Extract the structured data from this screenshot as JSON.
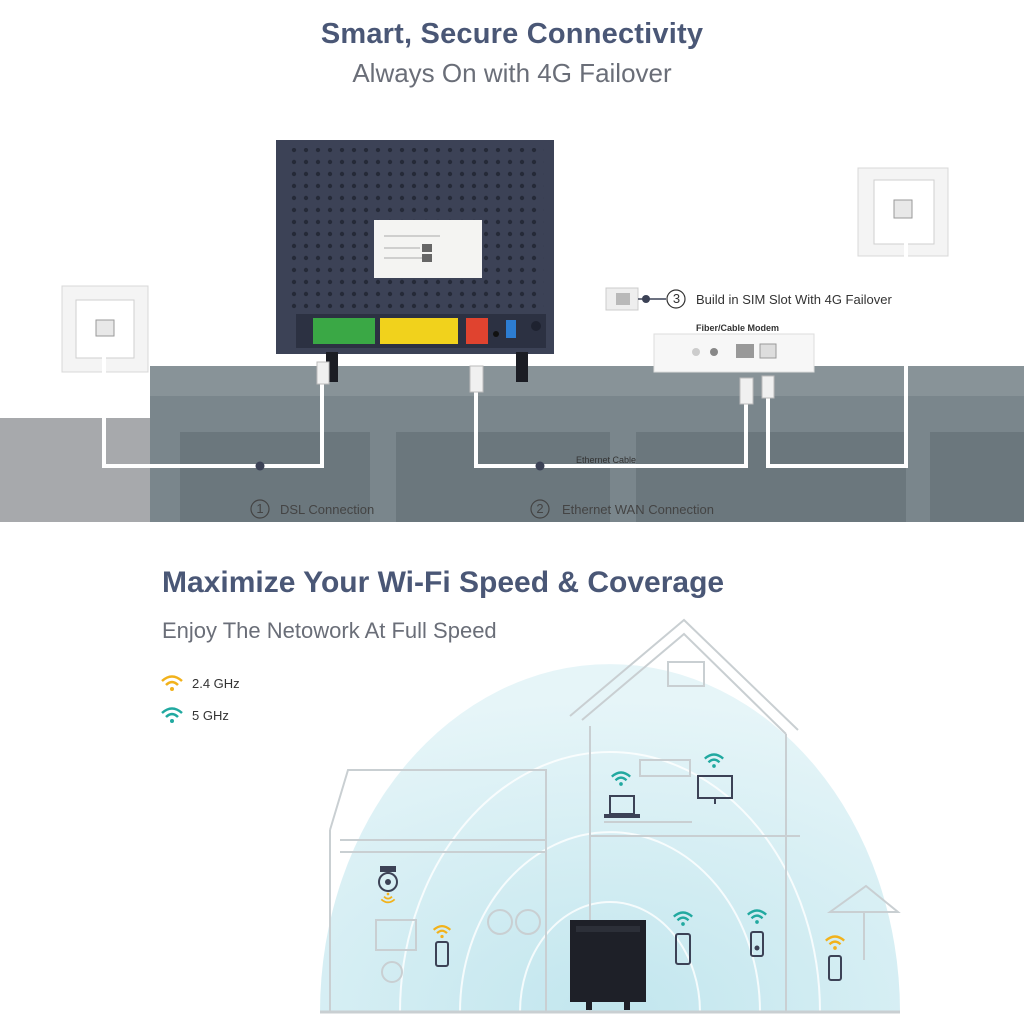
{
  "header": {
    "title": "Smart, Secure Connectivity",
    "subtitle": "Always On with 4G Failover"
  },
  "connection_diagram": {
    "sim_slot_number": "3",
    "sim_slot_label": "Build in SIM Slot With 4G Failover",
    "modem_label": "Fiber/Cable Modem",
    "ethernet_cable_label": "Ethernet Cable",
    "dsl_number": "1",
    "dsl_label": "DSL Connection",
    "wan_number": "2",
    "wan_label": "Ethernet WAN Connection"
  },
  "wifi_section": {
    "title": "Maximize Your Wi-Fi Speed & Coverage",
    "subtitle": "Enjoy The Netowork At Full Speed",
    "legend": [
      {
        "label": "2.4 GHz",
        "color": "#f2b21b"
      },
      {
        "label": "5 GHz",
        "color": "#21a9a0"
      }
    ]
  },
  "colors": {
    "title": "#4a5776",
    "router": "#3c4256",
    "wall": "#6e7a80",
    "wifi_dome": "#d6eff3"
  }
}
